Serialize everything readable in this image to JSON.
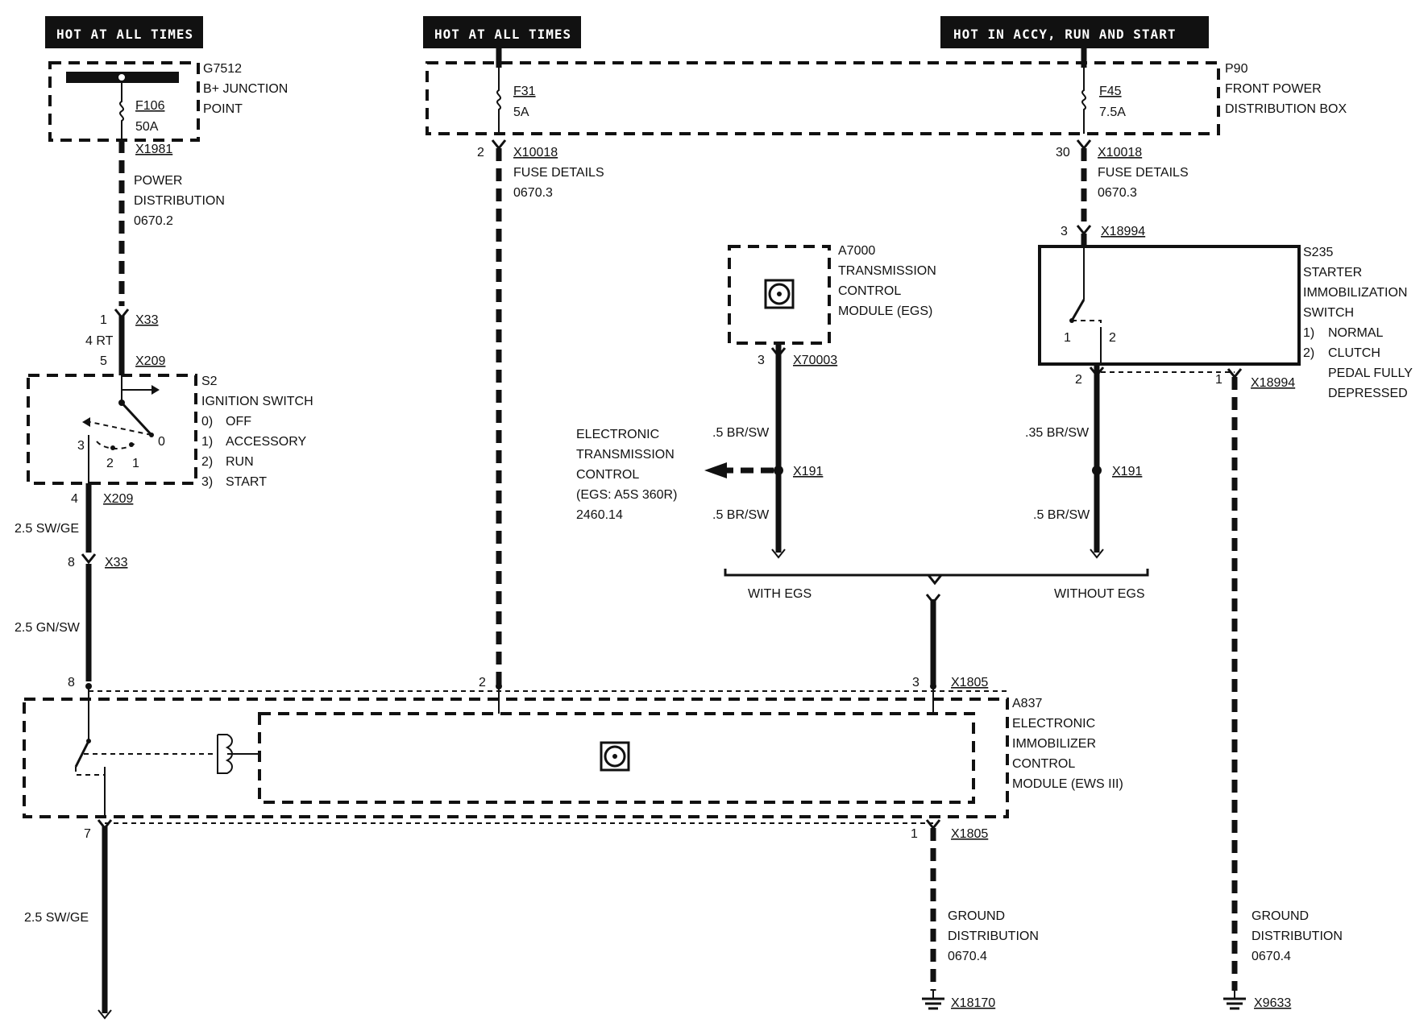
{
  "headers": {
    "h1": "HOT AT ALL TIMES",
    "h2": "HOT AT ALL TIMES",
    "h3": "HOT IN ACCY, RUN AND START"
  },
  "g7512": {
    "id": "G7512",
    "name1": "B+ JUNCTION",
    "name2": "POINT",
    "fuse": "F106",
    "rating": "50A"
  },
  "p90": {
    "id": "P90",
    "name1": "FRONT POWER",
    "name2": "DISTRIBUTION BOX",
    "fuse1": "F31",
    "rating1": "5A",
    "fuse2": "F45",
    "rating2": "7.5A"
  },
  "left_wire": {
    "conn_x1981": "X1981",
    "ref_line1": "POWER",
    "ref_line2": "DISTRIBUTION",
    "ref_line3": "0670.2",
    "pin1": "1",
    "conn_x33_top": "X33",
    "wire1": "4 RT",
    "pin5": "5",
    "conn_x209_top": "X209",
    "pin4": "4",
    "conn_x209_bot": "X209",
    "wire2": "2.5 SW/GE",
    "pin8a": "8",
    "conn_x33_bot": "X33",
    "wire3": "2.5 GN/SW",
    "pin8b": "8",
    "pin7": "7",
    "wire4": "2.5 SW/GE"
  },
  "s2": {
    "id": "S2",
    "name": "IGNITION SWITCH",
    "positions": [
      {
        "num": "0)",
        "label": "OFF"
      },
      {
        "num": "1)",
        "label": "ACCESSORY"
      },
      {
        "num": "2)",
        "label": "RUN"
      },
      {
        "num": "3)",
        "label": "START"
      }
    ],
    "t0": "0",
    "t1": "1",
    "t2": "2",
    "t3": "3"
  },
  "mid_wire": {
    "pin2": "2",
    "conn": "X10018",
    "ref1": "FUSE DETAILS",
    "ref2": "0670.3",
    "pin2b": "2"
  },
  "right_fuse_wire": {
    "pin30": "30",
    "conn": "X10018",
    "ref1": "FUSE DETAILS",
    "ref2": "0670.3",
    "pin3": "3",
    "conn2": "X18994"
  },
  "a7000": {
    "id": "A7000",
    "name1": "TRANSMISSION",
    "name2": "CONTROL",
    "name3": "MODULE (EGS)",
    "pin": "3",
    "conn": "X70003",
    "wire1": ".5 BR/SW",
    "splice": "X191",
    "wire2": ".5 BR/SW"
  },
  "egs_ref": {
    "l1": "ELECTRONIC",
    "l2": "TRANSMISSION",
    "l3": "CONTROL",
    "l4": "(EGS: A5S  360R)",
    "l5": "2460.14"
  },
  "s235": {
    "id": "S235",
    "name1": "STARTER",
    "name2": "IMMOBILIZATION",
    "name3": "SWITCH",
    "pos1": "1)",
    "pos1_label": "NORMAL",
    "pos2": "2)",
    "pos2_label1": "CLUTCH",
    "pos2_label2": "PEDAL FULLY",
    "pos2_label3": "DEPRESSED",
    "t1": "1",
    "t2": "2",
    "pin2": "2",
    "pin1": "1",
    "conn": "X18994",
    "wire1": ".35 BR/SW",
    "splice": "X191",
    "wire2": ".5 BR/SW"
  },
  "options": {
    "with": "WITH EGS",
    "without": "WITHOUT EGS"
  },
  "a837": {
    "id": "A837",
    "name1": "ELECTRONIC",
    "name2": "IMMOBILIZER",
    "name3": "CONTROL",
    "name4": "MODULE (EWS III)",
    "pin3": "3",
    "conn_top": "X1805",
    "pin1": "1",
    "conn_bot": "X1805"
  },
  "ground1": {
    "l1": "GROUND",
    "l2": "DISTRIBUTION",
    "l3": "0670.4",
    "conn": "X18170"
  },
  "ground2": {
    "l1": "GROUND",
    "l2": "DISTRIBUTION",
    "l3": "0670.4",
    "conn": "X9633"
  }
}
